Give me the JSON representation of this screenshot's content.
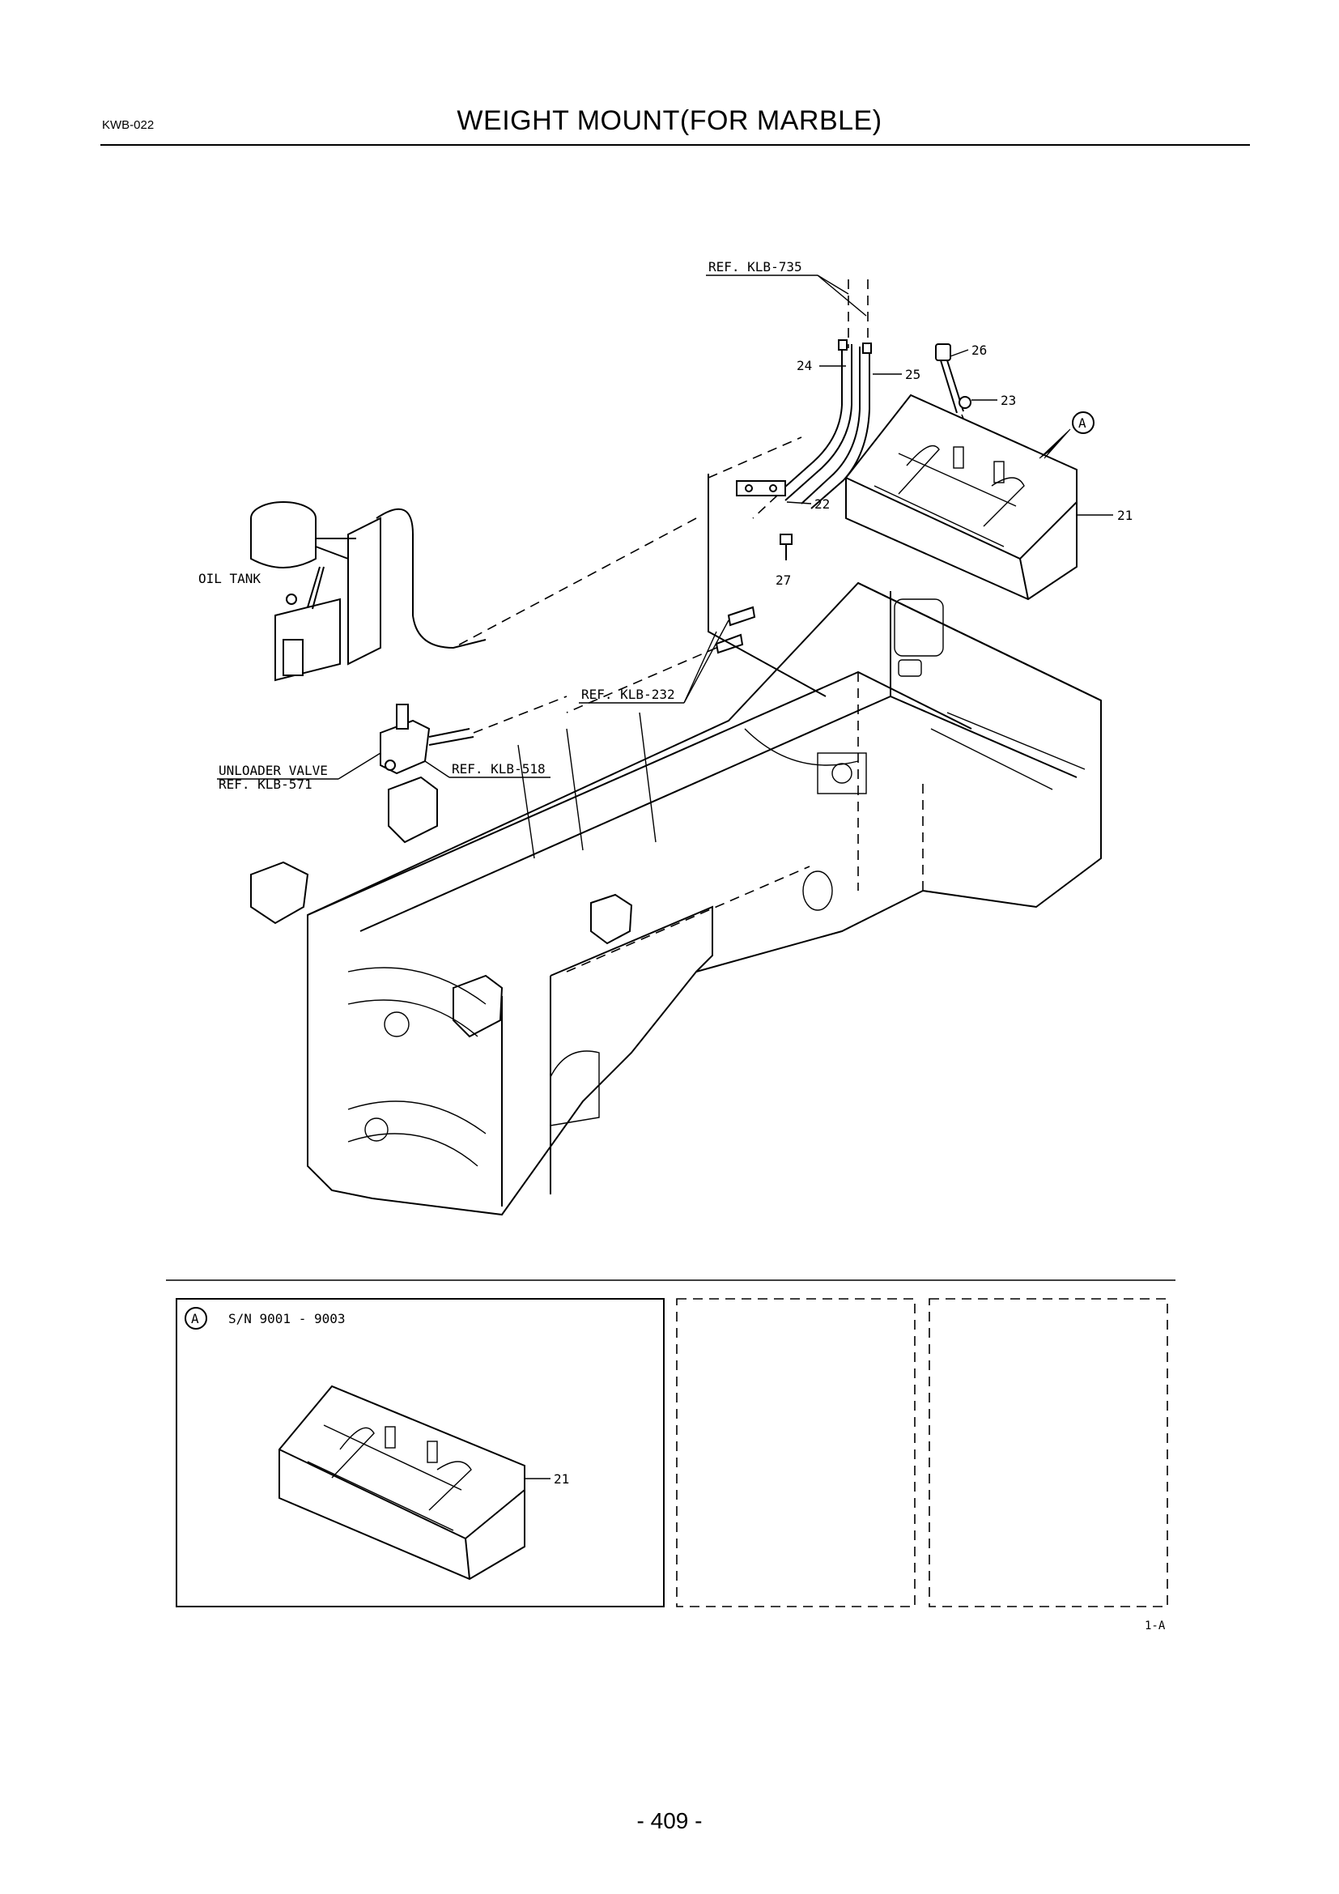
{
  "header": {
    "doc_code": "KWB-022",
    "title": "WEIGHT MOUNT(FOR MARBLE)"
  },
  "callouts": {
    "ref_735": "REF. KLB-735",
    "ref_232": "REF. KLB-232",
    "ref_518": "REF. KLB-518",
    "unloader_valve": "UNLOADER VALVE",
    "ref_571": "REF. KLB-571",
    "oil_tank": "OIL TANK",
    "p21": "21",
    "p22": "22",
    "p23": "23",
    "p24": "24",
    "p25": "25",
    "p26": "26",
    "p27": "27",
    "view_marker": "A"
  },
  "inset": {
    "view_marker": "A",
    "serial_range": "S/N 9001 - 9003",
    "part": "21"
  },
  "figure_code": "1-A",
  "footer": {
    "page_number": "- 409 -"
  }
}
